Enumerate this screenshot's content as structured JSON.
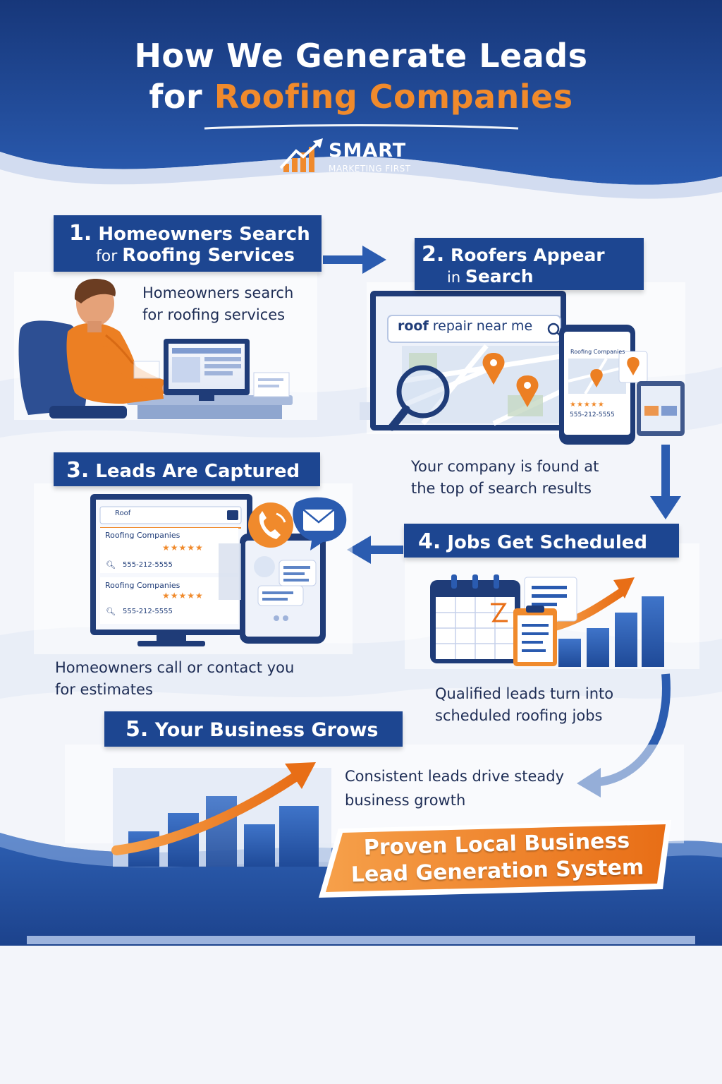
{
  "header": {
    "title_line1": "How We Generate Leads",
    "title_line2_prefix": "for ",
    "title_line2_highlight": "Roofing Companies",
    "colors": {
      "navy": "#1d4691",
      "orange": "#f08a2c",
      "light": "#f4f6fb"
    }
  },
  "brand": {
    "name": "SMART",
    "tagline": "MARKETING FIRST",
    "icon": "rising-bars-arrow-logo"
  },
  "steps": [
    {
      "number": "1.",
      "title_line1": "Homeowners Search",
      "title_line2_prefix": "for ",
      "title_line2": "Roofing Services",
      "description_line1": "Homeowners search",
      "description_line2": "for roofing services",
      "illustration": "person-at-computer"
    },
    {
      "number": "2.",
      "title_line1": "Roofers Appear",
      "title_line2_prefix": "in ",
      "title_line2": "Search",
      "description_line1": "Your company is found at",
      "description_line2": "the top of search results",
      "search_query_bold": "roof",
      "search_query_rest": " repair near me",
      "phone_listing": "Roofing Companies",
      "phone_number": "555-212-5555",
      "illustration": "search-map-devices"
    },
    {
      "number": "3.",
      "title": "Leads Are Captured",
      "description_line1": "Homeowners call or contact you",
      "description_line2": "for estimates",
      "search_box": "Roof",
      "listings": [
        {
          "name": "Roofing Companies",
          "phone": "555-212-5555"
        },
        {
          "name": "Roofing Companies",
          "phone": "555-212-5555"
        }
      ],
      "illustration": "listings-phone-email"
    },
    {
      "number": "4.",
      "title": "Jobs Get Scheduled",
      "description_line1": "Qualified leads turn into",
      "description_line2": "scheduled roofing jobs",
      "illustration": "calendar-clipboard-chart"
    },
    {
      "number": "5.",
      "title": "Your Business Grows",
      "description_line1": "Consistent leads drive steady",
      "description_line2": "business growth",
      "illustration": "growth-bar-chart"
    }
  ],
  "banner": {
    "line1": "Proven Local Business",
    "line2": "Lead Generation System"
  }
}
